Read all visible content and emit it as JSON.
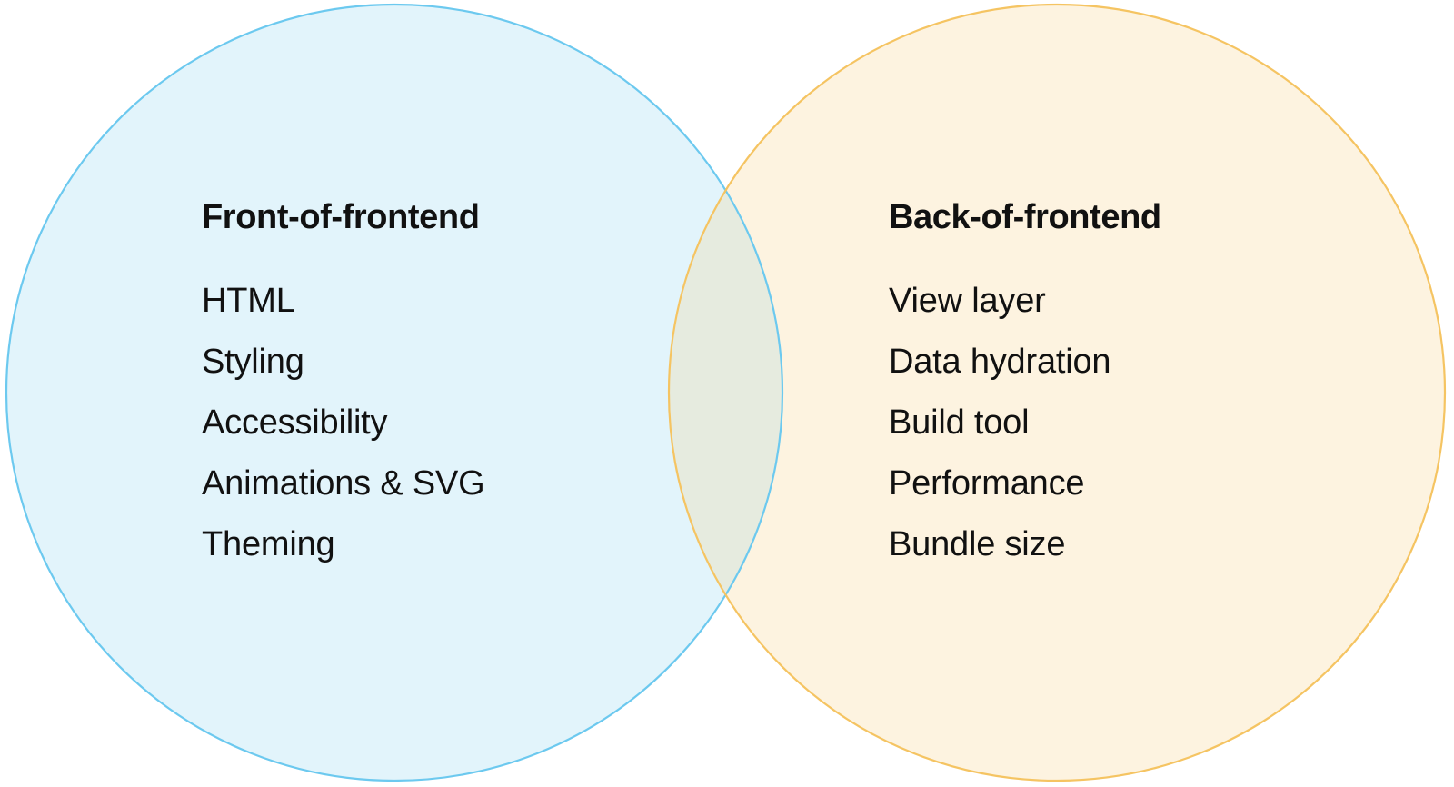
{
  "diagram": {
    "type": "venn",
    "title": "",
    "background_color": "#ffffff",
    "sets": [
      {
        "id": "front-of-frontend",
        "title": "Front-of-frontend",
        "fill_color": "#e2f4fb",
        "stroke_color": "#6cc9ef",
        "items": [
          "HTML",
          "Styling",
          "Accessibility",
          "Animations & SVG",
          "Theming"
        ]
      },
      {
        "id": "back-of-frontend",
        "title": "Back-of-frontend",
        "fill_color": "#fdf3e0",
        "stroke_color": "#f5c462",
        "items": [
          "View layer",
          "Data hydration",
          "Build tool",
          "Performance",
          "Bundle size"
        ]
      }
    ],
    "overlap": {
      "fill_color": "#e6ebdf",
      "items": []
    }
  }
}
